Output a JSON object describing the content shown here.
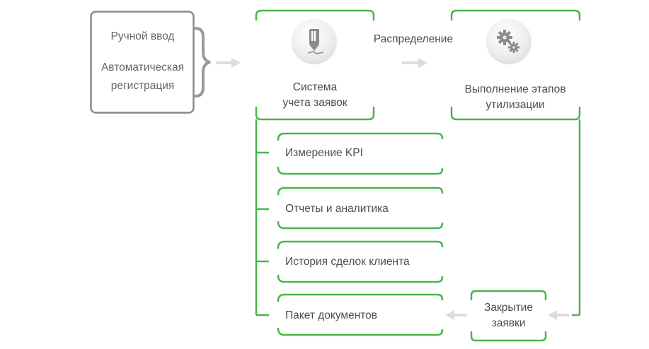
{
  "input": {
    "manual": "Ручной ввод",
    "auto_line1": "Автоматическая",
    "auto_line2": "регистрация"
  },
  "system": {
    "line1": "Система",
    "line2": "учета заявок",
    "icon": "pen-document-icon"
  },
  "distribution": {
    "label": "Распределение"
  },
  "execution": {
    "line1": "Выполнение этапов",
    "line2": "утилизации",
    "icon": "gears-icon"
  },
  "outputs": [
    {
      "label": "Измерение KPI"
    },
    {
      "label": "Отчеты и аналитика"
    },
    {
      "label": "История сделок клиента"
    },
    {
      "label": "Пакет документов"
    }
  ],
  "closing": {
    "line1": "Закрытие",
    "line2": "заявки"
  },
  "colors": {
    "green": "#49b649",
    "grey_box": "#888888",
    "arrow": "#dcdcdc",
    "bracket": "#9a9a9a"
  }
}
